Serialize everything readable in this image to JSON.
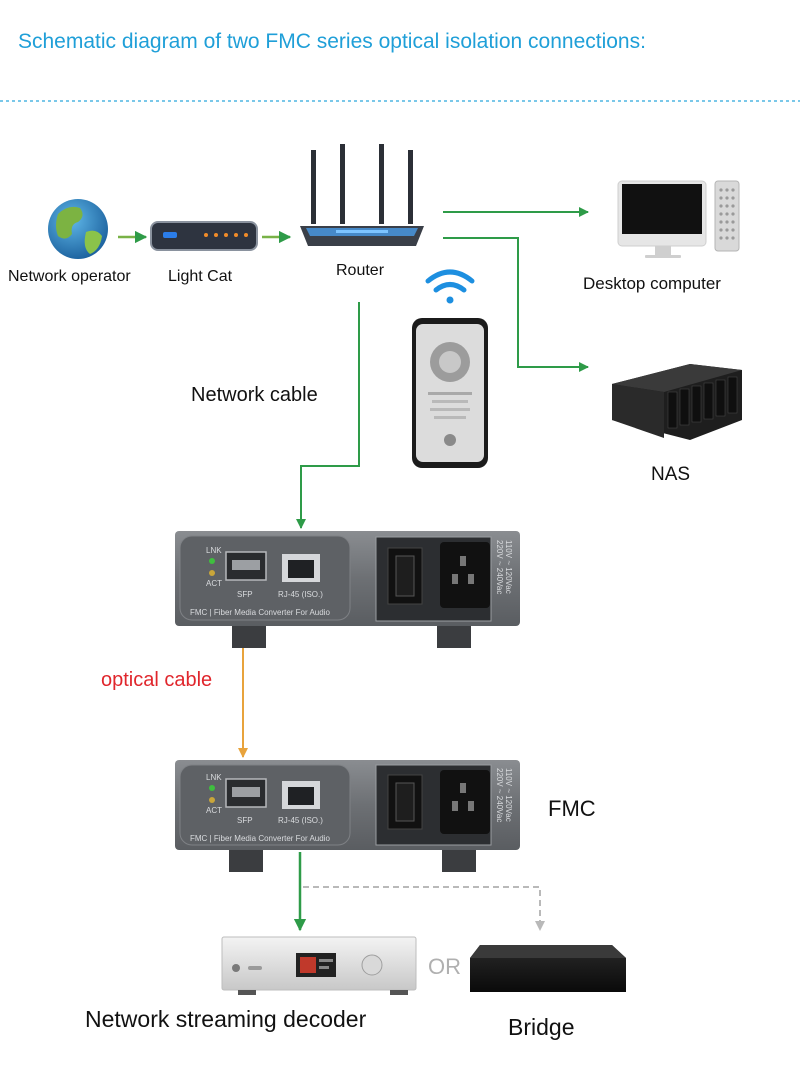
{
  "title": "Schematic diagram of two FMC series optical isolation connections:",
  "nodes": {
    "network_operator": "Network operator",
    "light_cat": "Light Cat",
    "router": "Router",
    "desktop_computer": "Desktop computer",
    "nas": "NAS",
    "fmc": "FMC",
    "decoder": "Network streaming decoder",
    "bridge": "Bridge"
  },
  "links": {
    "network_cable": "Network cable",
    "optical_cable": "optical cable",
    "or": "OR"
  },
  "fmc_panel": {
    "lnk": "LNK",
    "act": "ACT",
    "sfp": "SFP",
    "rj45": "RJ-45 (ISO.)",
    "footer": "FMC | Fiber Media Converter For Audio",
    "voltage_1": "110V ~ 120Vac",
    "voltage_2": "220V ~ 240Vac"
  },
  "colors": {
    "title": "#1f9fd8",
    "network_arrow": "#2e9b48",
    "optical_arrow": "#e8a33c",
    "optional_arrow": "#b9b9b9",
    "optical_label": "#e0262c"
  }
}
